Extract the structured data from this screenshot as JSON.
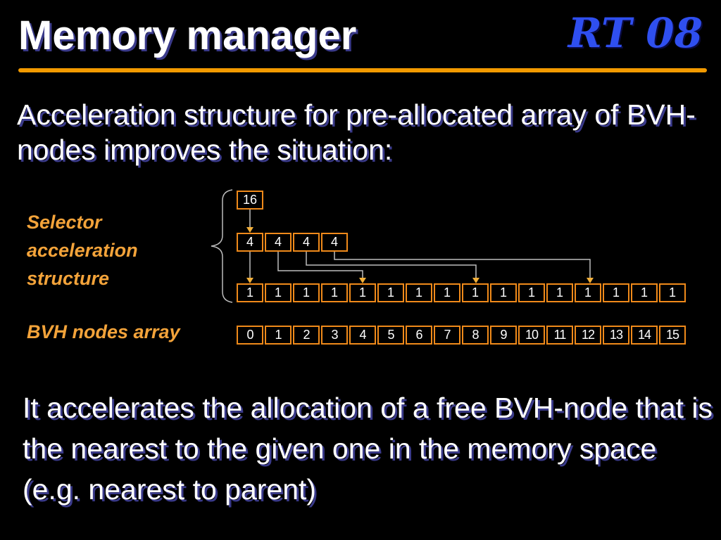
{
  "slide": {
    "title": "Memory manager",
    "badge": "RT 08",
    "intro": "Acceleration structure for pre-allocated array of BVH-nodes improves the situation:",
    "conclusion": "It accelerates the allocation of a free BVH-node that is the nearest to the given one in the memory space (e.g. nearest to parent)"
  },
  "diagram": {
    "selector_label": "Selector acceleration structure",
    "bvh_label": "BVH nodes array",
    "top_row": [
      "16"
    ],
    "selector_row": [
      "4",
      "4",
      "4",
      "4"
    ],
    "flags_row": [
      "1",
      "1",
      "1",
      "1",
      "1",
      "1",
      "1",
      "1",
      "1",
      "1",
      "1",
      "1",
      "1",
      "1",
      "1",
      "1"
    ],
    "index_row": [
      "0",
      "1",
      "2",
      "3",
      "4",
      "5",
      "6",
      "7",
      "8",
      "9",
      "10",
      "11",
      "12",
      "13",
      "14",
      "15"
    ]
  },
  "colors": {
    "accent_rule": "#f29a00",
    "badge": "#2f4ff0",
    "label": "#f3a33a",
    "cell_border": "#f08a1a"
  }
}
